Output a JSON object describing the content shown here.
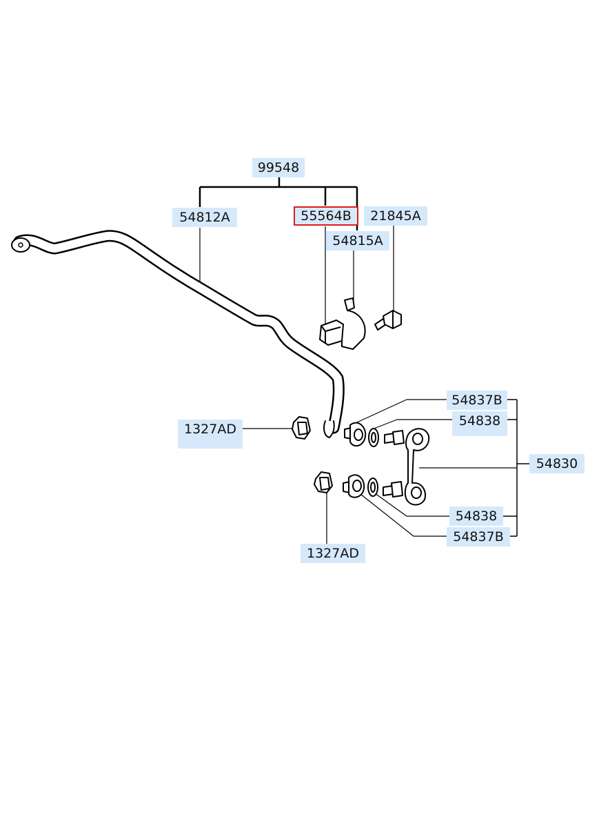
{
  "labels": {
    "assembly": "99548",
    "stabilizer_bar": "54812A",
    "bushing": "55564B",
    "bracket": "54815A",
    "bracket_bolt": "21845A",
    "link_assembly": "54830",
    "link_dust_cover_upper": "54837B",
    "link_washer_upper": "54838",
    "link_washer_lower": "54838",
    "link_dust_cover_lower": "54837B",
    "nut_upper": "1327AD",
    "nut_lower": "1327AD"
  },
  "selected": "bushing",
  "colors": {
    "label_background": "#d6e9fb",
    "selected_outline": "#e01b1b",
    "line": "#000000"
  }
}
